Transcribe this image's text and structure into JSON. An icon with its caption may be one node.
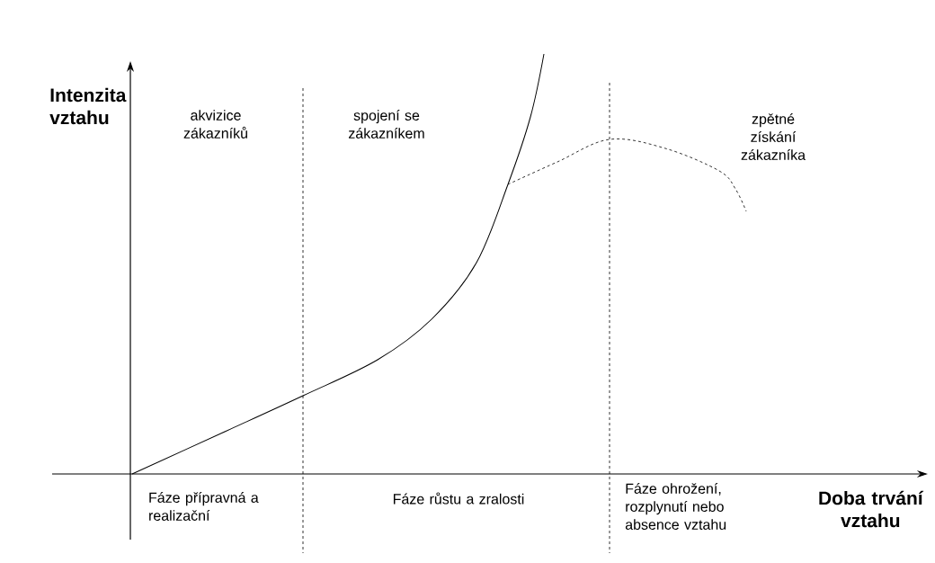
{
  "diagram": {
    "labels": [
      "Intenzita vztahu",
      "akvizice zákazníků",
      "spojení se zákazníkem",
      "zpětné získání zákazníka",
      "Fáze přípravná a realizační",
      "Fáze růstu a zralosti",
      "Fáze ohrožení, rozplynutí nebo absence vztahu",
      "Doba trvání vztahu"
    ]
  }
}
